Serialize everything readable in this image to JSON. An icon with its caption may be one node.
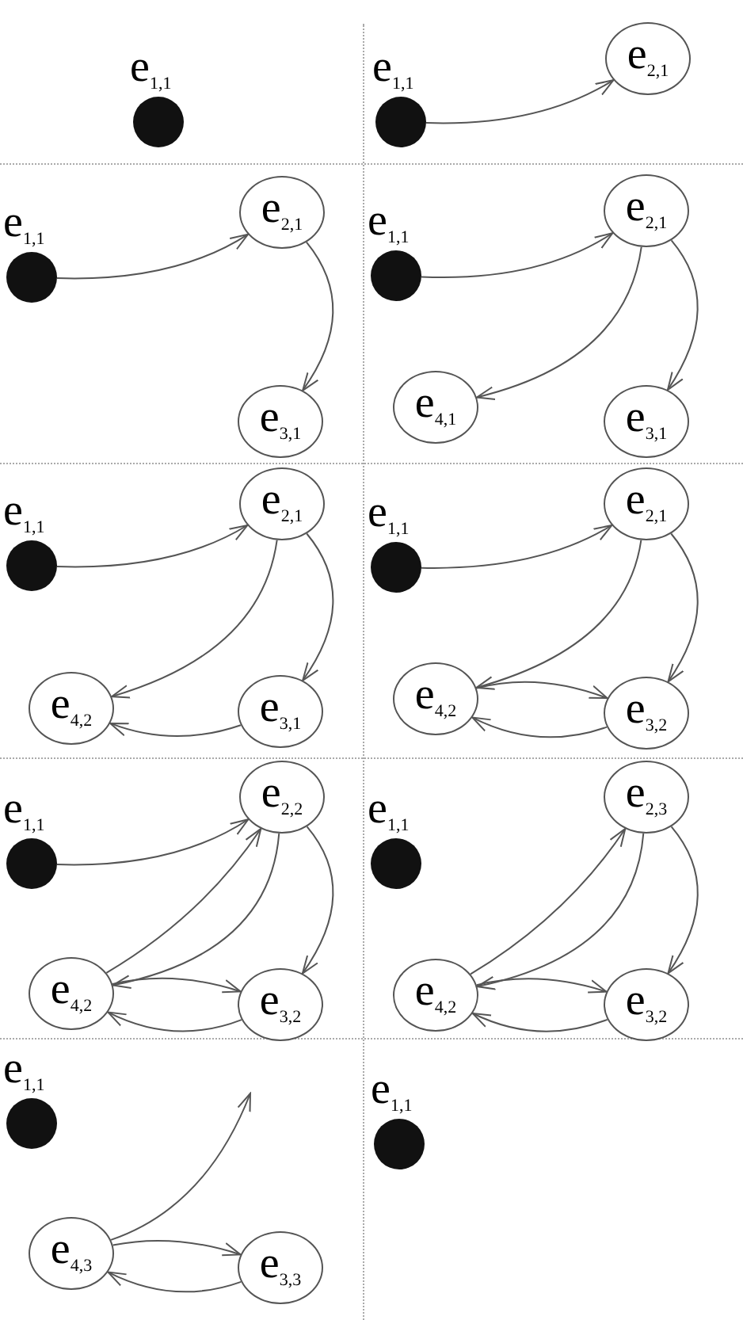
{
  "diagram": {
    "nodes": [
      {
        "text": [],
        "shape": "circle",
        "beside": [
          "e$_{1,1}$"
        ]
      },
      {
        "text": [],
        "shape": "circle",
        "beside": [
          "e$_{1,1}$"
        ]
      },
      {
        "text": [
          "e$_{2,1}$"
        ]
      },
      {
        "text": [],
        "shape": "circle",
        "beside": [
          "e$_{1,1}$"
        ]
      },
      {
        "text": [
          "e$_{2,1}$"
        ]
      },
      {
        "text": [
          "e$_{3,1}$"
        ]
      },
      {
        "text": [],
        "shape": "circle",
        "beside": [
          "e$_{1,1}$"
        ]
      },
      {
        "text": [
          "e$_{2,1}$"
        ]
      },
      {
        "text": [
          "e$_{4,1}$"
        ]
      },
      {
        "text": [
          "e$_{3,1}$"
        ]
      },
      {
        "text": [],
        "shape": "circle",
        "beside": [
          "e$_{1,1}$"
        ]
      },
      {
        "text": [
          "e$_{2,1}$"
        ]
      },
      {
        "text": [
          "e$_{4,2}$"
        ]
      },
      {
        "text": [
          "e$_{3,1}$"
        ]
      },
      {
        "text": [],
        "shape": "circle",
        "beside": [
          "e$_{1,1}$"
        ]
      },
      {
        "text": [
          "e$_{2,1}$"
        ]
      },
      {
        "text": [
          "e$_{4,2}$"
        ]
      },
      {
        "text": [
          "e$_{3,2}$"
        ]
      },
      {
        "text": [],
        "shape": "circle",
        "beside": [
          "e$_{1,1}$"
        ]
      },
      {
        "text": [
          "e$_{2,2}$"
        ]
      },
      {
        "text": [
          "e$_{4,2}$"
        ]
      },
      {
        "text": [
          "e$_{3,2}$"
        ]
      },
      {
        "text": [],
        "shape": "circle",
        "beside": [
          "e$_{1,1}$"
        ]
      },
      {
        "text": [
          "e$_{2,3}$"
        ]
      },
      {
        "text": [
          "e$_{4,2}$"
        ]
      },
      {
        "text": [
          "e$_{3,2}$"
        ]
      },
      {
        "text": [],
        "shape": "circle",
        "beside": [
          "e$_{1,1}$"
        ]
      },
      {
        "text": [
          "e$_{4,3}$"
        ]
      },
      {
        "text": [
          "e$_{3,3}$"
        ]
      },
      {
        "text": [],
        "shape": "circle",
        "beside": [
          "e$_{1,1}$"
        ]
      }
    ],
    "edges": [
      {
        "from": 1,
        "to": 2,
        "arrow": "to"
      },
      {
        "from": 3,
        "to": 4,
        "arrow": "to"
      },
      {
        "from": 4,
        "to": 5,
        "arrow": "to"
      },
      {
        "from": 6,
        "to": 7,
        "arrow": "to"
      },
      {
        "from": 7,
        "to": 8,
        "arrow": "to"
      },
      {
        "from": 7,
        "to": 9,
        "arrow": "to"
      },
      {
        "from": 10,
        "to": 11,
        "arrow": "to"
      },
      {
        "from": 11,
        "to": 12,
        "arrow": "to"
      },
      {
        "from": 11,
        "to": 13,
        "arrow": "to"
      },
      {
        "from": 13,
        "to": 12,
        "arrow": "to"
      },
      {
        "from": 14,
        "to": 15,
        "arrow": "to"
      },
      {
        "from": 15,
        "to": 16,
        "arrow": "to"
      },
      {
        "from": 15,
        "to": 17,
        "arrow": "to"
      },
      {
        "from": 16,
        "to": 17,
        "arrow": "to"
      },
      {
        "from": 17,
        "to": 16,
        "arrow": "to"
      },
      {
        "from": 18,
        "to": 19,
        "arrow": "to"
      },
      {
        "from": 19,
        "to": 20,
        "arrow": "to"
      },
      {
        "from": 20,
        "to": 19,
        "arrow": "to"
      },
      {
        "from": 19,
        "to": 21,
        "arrow": "to"
      },
      {
        "from": 20,
        "to": 21,
        "arrow": "to"
      },
      {
        "from": 21,
        "to": 20,
        "arrow": "to"
      },
      {
        "from": 23,
        "to": 24,
        "arrow": "to"
      },
      {
        "from": 24,
        "to": 23,
        "arrow": "to"
      },
      {
        "from": 23,
        "to": 25,
        "arrow": "to"
      },
      {
        "from": 24,
        "to": 25,
        "arrow": "to"
      },
      {
        "from": 25,
        "to": 24,
        "arrow": "to"
      },
      {
        "from": 27,
        "to": null,
        "arrow": "to"
      },
      {
        "from": 27,
        "to": 28,
        "arrow": "to"
      },
      {
        "from": 28,
        "to": 27,
        "arrow": "to"
      }
    ]
  }
}
